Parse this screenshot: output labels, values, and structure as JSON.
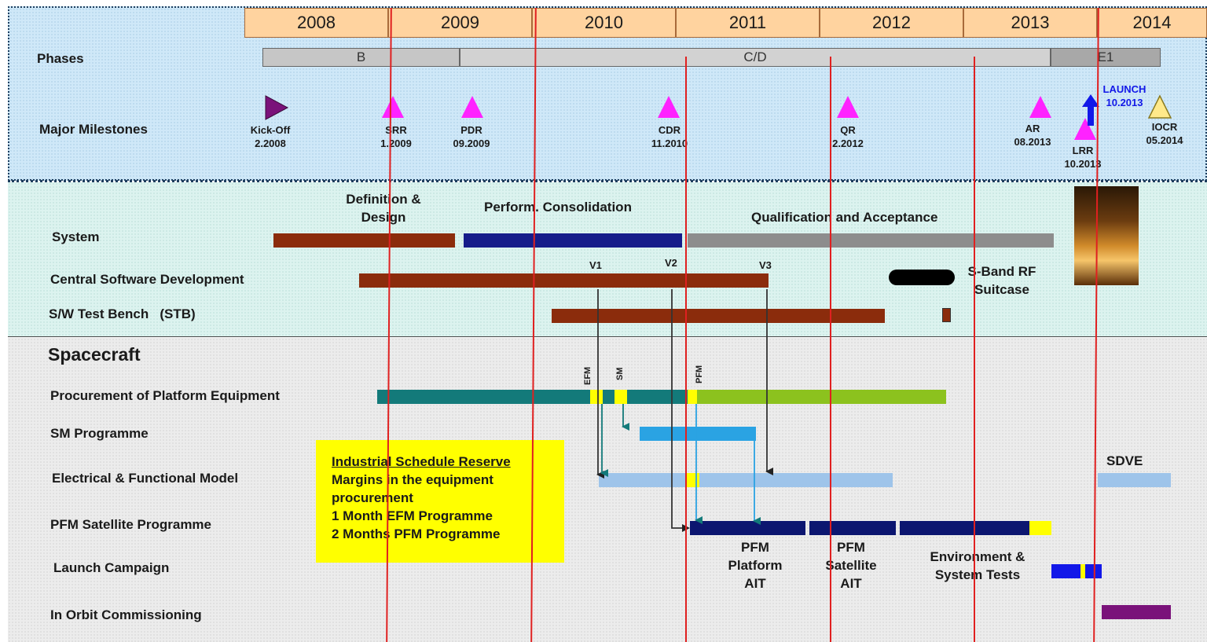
{
  "years": [
    "2008",
    "2009",
    "2010",
    "2011",
    "2012",
    "2013",
    "2014"
  ],
  "rows": {
    "phases": "Phases",
    "milestones": "Major Milestones",
    "system": "System",
    "csd": "Central Software Development",
    "stb": "S/W Test Bench   (STB)",
    "spacecraft": "Spacecraft",
    "procurement": "Procurement of Platform Equipment",
    "sm": "SM Programme",
    "efm": "Electrical & Functional Model",
    "pfm": "PFM Satellite Programme",
    "launch": "Launch Campaign",
    "ioc": "In Orbit Commissioning"
  },
  "phases": [
    {
      "label": "B"
    },
    {
      "label": "C/D"
    },
    {
      "label": "E1"
    }
  ],
  "milestones": [
    {
      "name": "Kick-Off",
      "date": "2.2008"
    },
    {
      "name": "SRR",
      "date": "1.2009"
    },
    {
      "name": "PDR",
      "date": "09.2009"
    },
    {
      "name": "CDR",
      "date": "11.2010"
    },
    {
      "name": "QR",
      "date": "2.2012"
    },
    {
      "name": "AR",
      "date": "08.2013"
    },
    {
      "name": "LRR",
      "date": "10.2013"
    },
    {
      "name": "IOCR",
      "date": "05.2014"
    }
  ],
  "launch_marker": {
    "name": "LAUNCH",
    "date": "10.2013"
  },
  "system_phases": {
    "definition": "Definition & Design",
    "consolidation": "Perform. Consolidation",
    "qualification": "Qualification and Acceptance"
  },
  "versions": [
    "V1",
    "V2",
    "V3"
  ],
  "sband": "S-Band RF Suitcase",
  "model_tags": [
    "EFM",
    "SM",
    "PFM"
  ],
  "sdve": "SDVE",
  "note": {
    "title": "Industrial Schedule Reserve",
    "lines": [
      "Margins in the equipment procurement",
      "1 Month EFM Programme",
      "2 Months PFM Programme"
    ]
  },
  "pfm_captions": [
    "PFM Platform AIT",
    "PFM Satellite AIT",
    "Environment & System Tests"
  ],
  "colors": {
    "brown": "#8b2c0c",
    "navy": "#151c8a",
    "gray": "#8d8d8d",
    "teal": "#137a7a",
    "lime": "#8cc21e",
    "sky": "#2aa3e3",
    "lightblue": "#9ec4ea",
    "darknavy": "#0c1670",
    "blue": "#1218e8",
    "purple": "#7a127a",
    "yellow": "#ffff00",
    "magenta": "#ff22ff",
    "redline": "#e02020"
  }
}
